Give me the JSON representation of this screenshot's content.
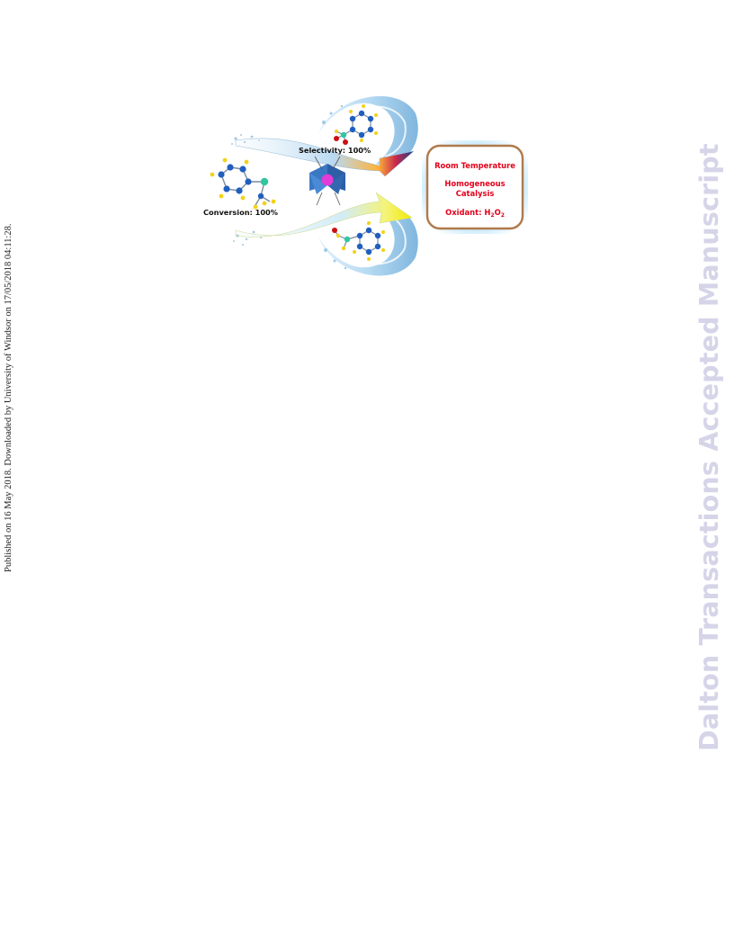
{
  "side_note": "Published on 16 May 2018. Downloaded by University of Windsor on 17/05/2018 04:11:28.",
  "watermark": "Dalton Transactions Accepted Manuscript",
  "graphic": {
    "selectivity_label": "Selectivity: 100%",
    "conversion_label": "Conversion: 100%",
    "conditions": {
      "line1": "Room Temperature",
      "line2": "Homogeneous",
      "line3": "Catalysis",
      "oxidant_prefix": "Oxidant: H",
      "oxidant_sub1": "2",
      "oxidant_mid": "O",
      "oxidant_sub2": "2"
    }
  },
  "colors": {
    "watermark": "#d6d4e8",
    "condition_text": "#e3001b",
    "box_border": "#b07a4a",
    "box_glow": "#bfe6fb",
    "water": "#8fc3e8",
    "carbon_atom": "#1f5fbf",
    "hydrogen_atom": "#f2d21a",
    "chlorine_atom": "#2ec7a0",
    "oxygen_atom": "#cc1111",
    "catalyst_metal": "#e23bd8"
  }
}
